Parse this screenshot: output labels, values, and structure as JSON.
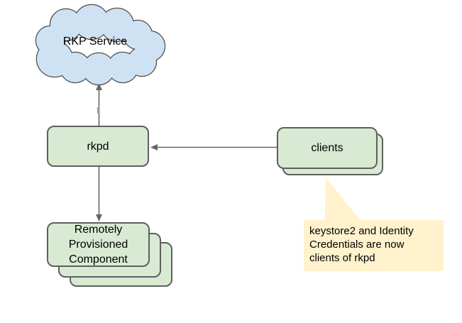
{
  "diagram": {
    "background_color": "#ffffff",
    "cloud": {
      "label": "RKP Service",
      "fill_color": "#cfe2f3",
      "border_color": "#515151"
    },
    "rkpd": {
      "label": "rkpd",
      "fill_color": "#d9ead3",
      "border_color": "#5f5f5f"
    },
    "clients": {
      "label": "clients",
      "fill_color": "#d9ead3",
      "border_color": "#5f5f5f",
      "stacked_layers": 2
    },
    "rpc": {
      "lines": [
        "Remotely",
        "Provisioned",
        "Component"
      ],
      "fill_color": "#d9ead3",
      "border_color": "#5f5f5f",
      "stacked_layers": 3
    },
    "callout": {
      "lines": [
        "keystore2 and Identity",
        "Credentials are now",
        "clients of rkpd"
      ],
      "fill_color": "#fff2cc",
      "text_color": "#000000"
    },
    "arrows": {
      "color": "#666666",
      "connections": [
        {
          "from": "rkpd",
          "to": "RKP Service"
        },
        {
          "from": "clients",
          "to": "rkpd"
        },
        {
          "from": "rkpd",
          "to": "Remotely Provisioned Component"
        }
      ]
    }
  }
}
